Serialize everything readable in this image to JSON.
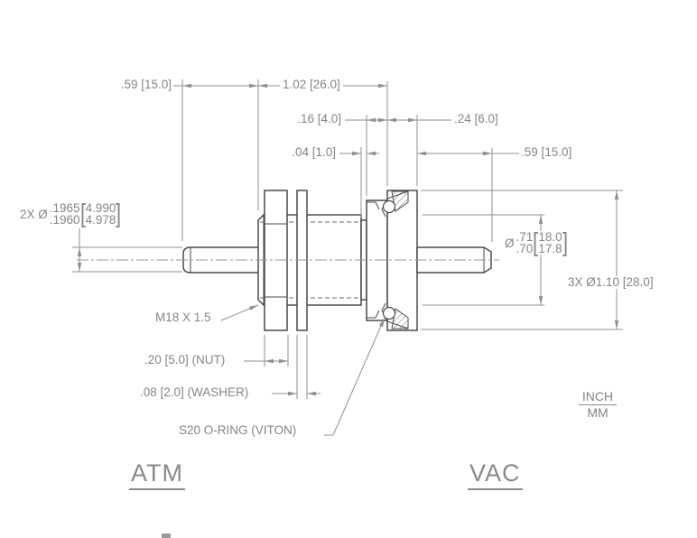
{
  "drawing": {
    "title_context": "vacuum shaft feedthrough section drawing",
    "dims": {
      "shaft_exposed_left": ".59 [15.0]",
      "body_length": "1.02 [26.0]",
      "groove_plate": ".16 [4.0]",
      "neck": ".04 [1.0]",
      "flange_thickness": ".24 [6.0]",
      "shaft_exposed_right": ".59 [15.0]",
      "nut_thickness": ".20 [5.0] (NUT)",
      "washer_thickness": ".08 [2.0] (WASHER)"
    },
    "shaft_diameter": {
      "prefix": "2X Ø",
      "inch_upper": ".1965",
      "inch_lower": ".1960",
      "open": "[",
      "mm_upper": "4.990",
      "mm_lower": "4.978",
      "close": "]"
    },
    "body_diameter": {
      "prefix": "Ø",
      "inch_upper": ".71",
      "inch_lower": ".70",
      "open": "[",
      "mm_upper": "18.0",
      "mm_lower": "17.8",
      "close": "]"
    },
    "flange_diameter": "3X Ø1.10 [28.0]",
    "thread_callout": "M18 X 1.5",
    "oring_callout": "S20 O-RING (VITON)",
    "side_left": "ATM",
    "side_right": "VAC",
    "units": {
      "numerator": "INCH",
      "denominator": "MM"
    },
    "colors": {
      "object_line": "#4a4a4a",
      "dim_line": "#8f8f8f",
      "text": "#858585",
      "background": "#ffffff"
    }
  }
}
